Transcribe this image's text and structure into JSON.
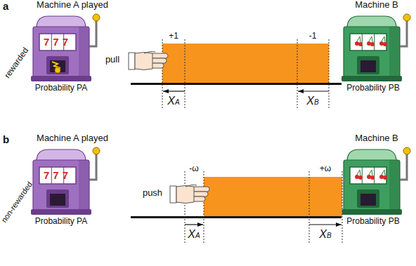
{
  "diagram": {
    "labels": [
      "a",
      "Machine A played",
      "777",
      "rewarded",
      "Probability PA",
      "pull",
      "+1",
      "-1",
      "XA",
      "XB",
      "Machine B",
      "Probability PB",
      "b",
      "Machine A played",
      "777",
      "non-rewarded",
      "Probability PA",
      "push",
      "-ω",
      "+ω",
      "XA",
      "XB",
      "Machine B",
      "Probability PB"
    ]
  }
}
